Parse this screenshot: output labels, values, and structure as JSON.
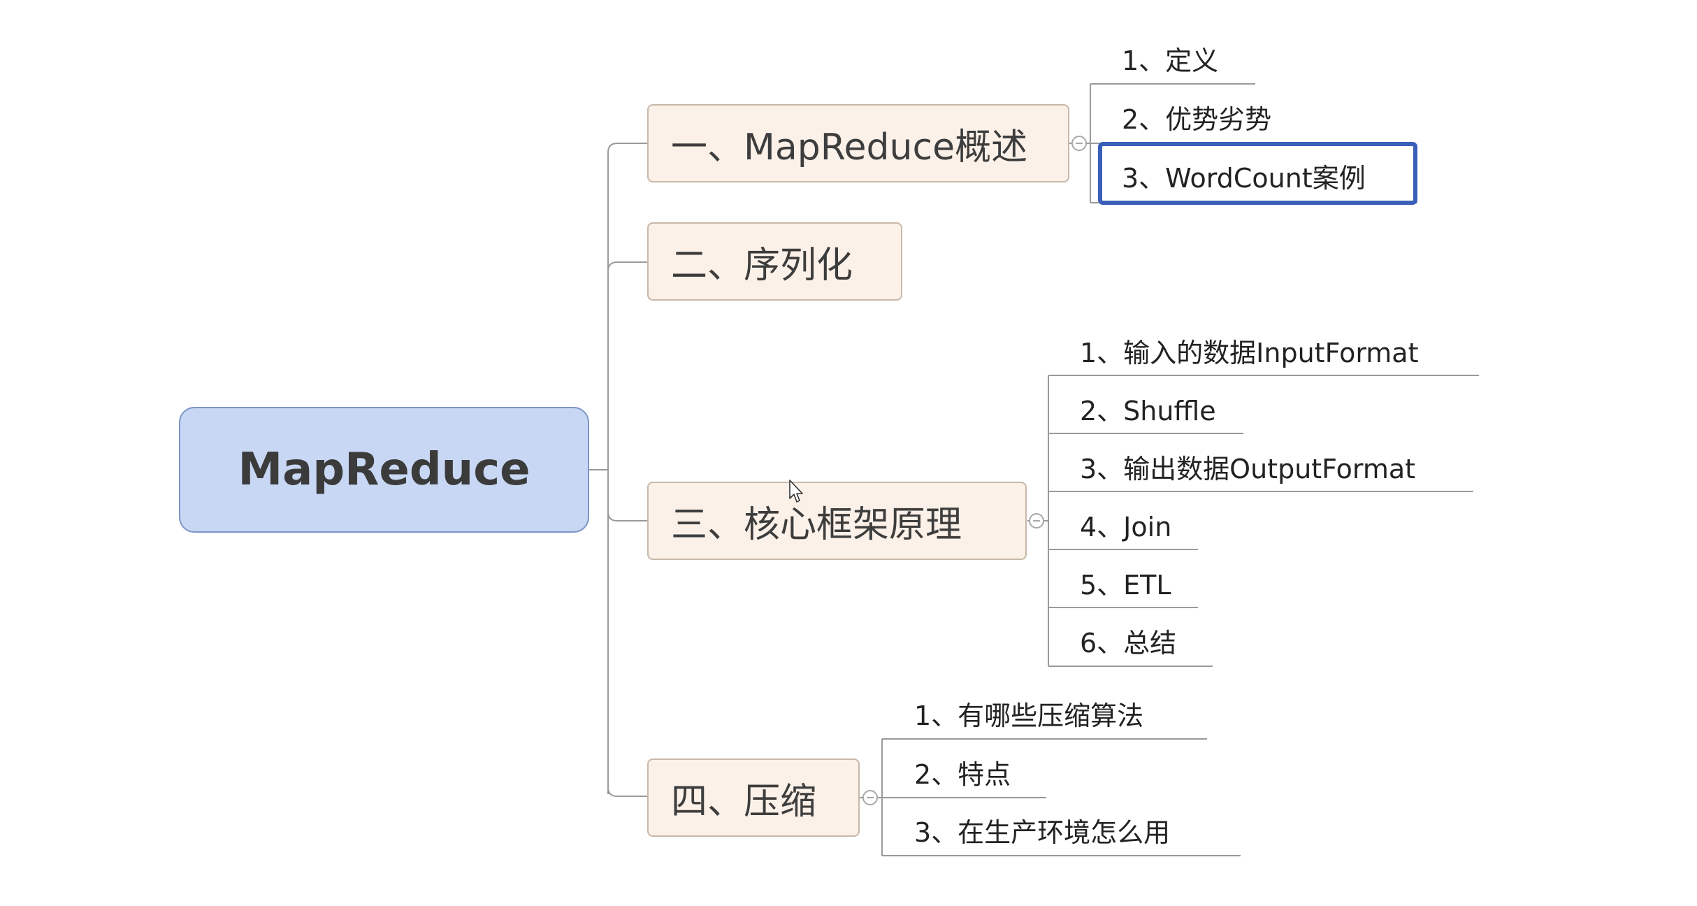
{
  "mindmap": {
    "root": {
      "label": "MapReduce"
    },
    "branches": [
      {
        "label": "一、MapReduce概述",
        "children": [
          "1、定义",
          "2、优势劣势",
          "3、WordCount案例"
        ],
        "selected_child": 2
      },
      {
        "label": "二、序列化",
        "children": []
      },
      {
        "label": "三、核心框架原理",
        "children": [
          "1、输入的数据InputFormat",
          "2、Shuffle",
          "3、输出数据OutputFormat",
          "4、Join",
          "5、ETL",
          "6、总结"
        ]
      },
      {
        "label": "四、压缩",
        "children": [
          "1、有哪些压缩算法",
          "2、特点",
          "3、在生产环境怎么用"
        ]
      }
    ]
  },
  "colors": {
    "root_fill": "#c8d7f4",
    "branch_fill": "#fbf1e9",
    "selection_border": "#3a5fb8",
    "connector": "#9a9a9a"
  },
  "icons": [
    "collapse-icon",
    "mouse-cursor-icon"
  ]
}
